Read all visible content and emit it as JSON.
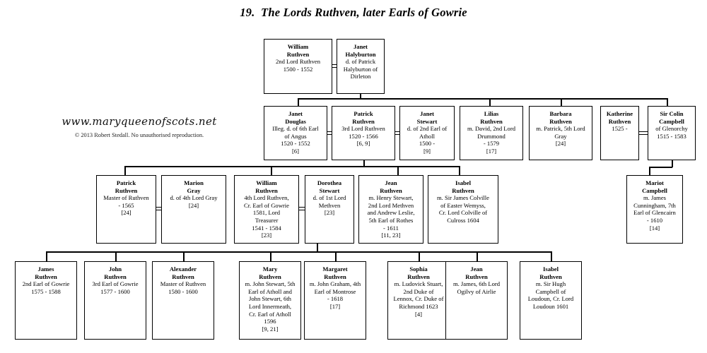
{
  "title": "19.  The Lords Ruthven, later Earls of Gowrie",
  "watermark": {
    "url": "www.maryqueenofscots.net",
    "copyright": "© 2013 Robert Stedall. No unauthorised reproduction."
  },
  "colors": {
    "background": "#ffffff",
    "box_border": "#000000",
    "text": "#000000",
    "connector": "#000000"
  },
  "generations": [
    {
      "id": "gen-1",
      "nodes": [
        {
          "id": "william-ruthven-2nd-lord",
          "name": "William\nRuthven",
          "details": "2nd Lord Ruthven\n1500 -  1552"
        },
        {
          "id": "janet-halyburton",
          "name": "Janet\nHalyburton",
          "details": "d. of Patrick\nHalyburton of\nDirleton"
        }
      ]
    },
    {
      "id": "gen-2",
      "nodes": [
        {
          "id": "janet-douglas",
          "name": "Janet\nDouglas",
          "details": "Illeg. d. of 6th Earl\nof Angus\n1520 -  1552\n[6]"
        },
        {
          "id": "patrick-ruthven-3rd-lord",
          "name": "Patrick\nRuthven",
          "details": "3rd Lord Ruthven\n1520 -  1566\n[6, 9]"
        },
        {
          "id": "janet-stewart",
          "name": "Janet\nStewart",
          "details": "d. of 2nd Earl of\nAtholl\n1500 -\n[9]"
        },
        {
          "id": "lilias-ruthven",
          "name": "Lilias\nRuthven",
          "details": "m. David, 2nd Lord\nDrummond\n-  1579\n[17]"
        },
        {
          "id": "barbara-ruthven",
          "name": "Barbara\nRuthven",
          "details": "m. Patrick, 5th Lord\nGray\n[24]"
        },
        {
          "id": "katherine-ruthven",
          "name": "Katherine\nRuthven",
          "details": "1525 -"
        },
        {
          "id": "sir-colin-campbell",
          "name": "Sir Colin\nCampbell",
          "details": "of Glenorchy\n1515 -  1583"
        }
      ]
    },
    {
      "id": "gen-3",
      "nodes": [
        {
          "id": "patrick-ruthven-master",
          "name": "Patrick\nRuthven",
          "details": "Master of Ruthven\n-  1565\n[24]"
        },
        {
          "id": "marion-gray",
          "name": "Marion\nGray",
          "details": "d. of 4th Lord Gray\n[24]"
        },
        {
          "id": "william-ruthven-4th-lord",
          "name": "William\nRuthven",
          "details": "4th Lord Ruthven,\nCr. Earl of Gowrie\n1581, Lord\nTreasurer\n1541 -  1584\n[23]"
        },
        {
          "id": "dorothea-stewart",
          "name": "Dorothea\nStewart",
          "details": "d. of 1st Lord\nMethven\n[23]"
        },
        {
          "id": "jean-ruthven",
          "name": "Jean\nRuthven",
          "details": "m. Henry Stewart,\n2nd Lord Methven\nand Andrew Leslie,\n5th Earl of Rothes\n-  1611\n[11, 23]"
        },
        {
          "id": "isabel-ruthven-colville",
          "name": "Isabel\nRuthven",
          "details": "m. Sir James Colville\nof Easter Wemyss,\nCr. Lord Colville of\nCulross 1604"
        },
        {
          "id": "mariot-campbell",
          "name": "Mariot\nCampbell",
          "details": "m. James\nCunningham, 7th\nEarl of Glencairn\n-  1610\n[14]"
        }
      ]
    },
    {
      "id": "gen-4",
      "nodes": [
        {
          "id": "james-ruthven-2nd-earl",
          "name": "James\nRuthven",
          "details": "2nd Earl of Gowrie\n1575 -  1588"
        },
        {
          "id": "john-ruthven-3rd-earl",
          "name": "John\nRuthven",
          "details": "3rd Earl of Gowrie\n1577 -  1600"
        },
        {
          "id": "alexander-ruthven-master",
          "name": "Alexander\nRuthven",
          "details": "Master of Ruthven\n1580 -  1600"
        },
        {
          "id": "mary-ruthven",
          "name": "Mary\nRuthven",
          "details": "m. John Stewart, 5th\nEarl of Atholl and\nJohn Stewart, 6th\nLord Innermeath,\nCr. Earl of Atholl\n1596\n[9, 21]"
        },
        {
          "id": "margaret-ruthven",
          "name": "Margaret\nRuthven",
          "details": "m. John Graham, 4th\nEarl of Montrose\n-  1618\n[17]"
        },
        {
          "id": "sophia-ruthven",
          "name": "Sophia\nRuthven",
          "details": "m. Ludovick Stuart,\n2nd Duke of\nLennox, Cr. Duke of\nRichmond 1623\n[4]"
        },
        {
          "id": "jean-ruthven-ogilvy",
          "name": "Jean\nRuthven",
          "details": "m. James, 6th Lord\nOgilvy of Airlie"
        },
        {
          "id": "isabel-ruthven-loudoun",
          "name": "Isabel\nRuthven",
          "details": "m. Sir Hugh\nCampbell of\nLoudoun, Cr. Lord\nLoudoun 1601"
        }
      ]
    }
  ]
}
